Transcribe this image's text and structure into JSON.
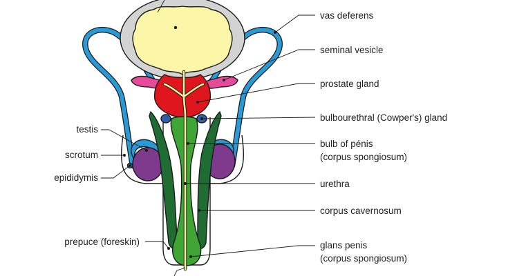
{
  "labels": {
    "vas_deferens": "vas deferens",
    "seminal_vesicle": "seminal vesicle",
    "prostate_gland": "prostate gland",
    "bulbourethral_gland": "bulbourethral (Cowper's) gland",
    "bulb_of_penis_line1": "bulb of pénis",
    "bulb_of_penis_line2": "(corpus spongiosum)",
    "urethra": "urethra",
    "corpus_cavernosum": "corpus cavernosum",
    "glans_penis_line1": "glans penis",
    "glans_penis_line2": "(corpus spongiosum)",
    "testis": "testis",
    "scrotum": "scrotum",
    "epididymis": "epididymis",
    "prepuce": "prepuce (foreskin)"
  },
  "colors": {
    "bladder_outer": "#d3d3d3",
    "bladder_inner": "#fbf6a8",
    "vas_deferens": "#2a9ad6",
    "seminal_vesicle": "#e64a9a",
    "prostate": "#e0161e",
    "bulbourethral": "#2f5fa8",
    "spongiosum": "#3fa535",
    "cavernosum": "#1f6d33",
    "urethra": "#f6ef9a",
    "testis": "#7e3b8e"
  }
}
